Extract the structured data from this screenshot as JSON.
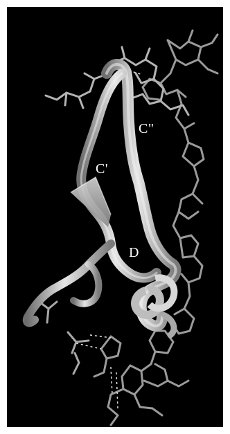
{
  "figure": {
    "background_color": "#000000",
    "ribbon_color": "#c8c8c8",
    "ligand_color": "#9a9a9a",
    "labels": {
      "c_double_prime": "C\"",
      "c_prime": "C'",
      "d": "D"
    }
  }
}
